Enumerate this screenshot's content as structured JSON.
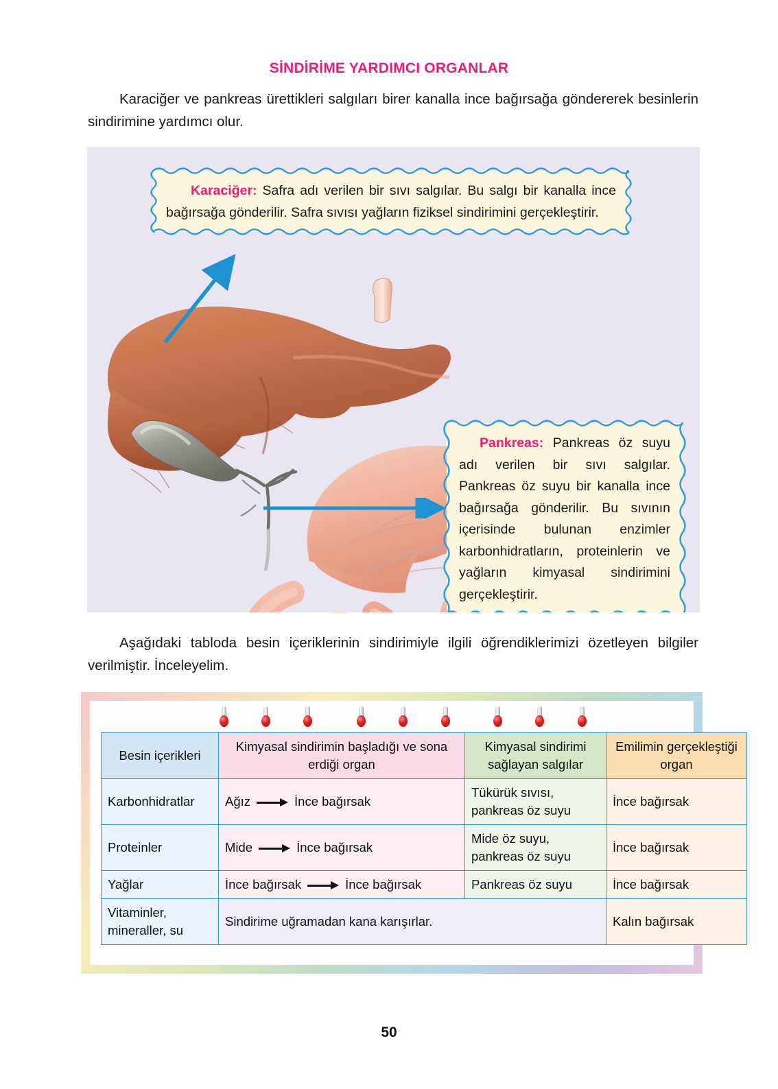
{
  "page": {
    "title": "SİNDİRİME YARDIMCI ORGANLAR",
    "title_color": "#ec1d78",
    "number": "50",
    "intro_paragraph": "Karaciğer ve pankreas ürettikleri salgıları birer kanalla ince bağırsağa göndererek besinlerin sindirimine yardımcı olur.",
    "table_intro_paragraph": "Aşağıdaki tabloda besin içeriklerinin sindirimiyle ilgili öğrendiklerimizi özetleyen bilgiler verilmiştir. İnceleyelim."
  },
  "figure": {
    "background_color": "#e9e6f1",
    "callouts": [
      {
        "id": "liver",
        "lead": "Karaciğer:",
        "text": " Safra adı verilen bir sıvı salgılar. Bu salgı bir kanalla ince bağırsağa gönderilir. Safra sıvısı yağların fiziksel sindirimini gerçekleştirir.",
        "lead_color": "#ec1d78",
        "fill_color": "#fbf6dc",
        "border_color": "#2e9bd8"
      },
      {
        "id": "pancreas",
        "lead": "Pankreas:",
        "text": " Pankreas öz suyu adı verilen bir sıvı salgılar. Pankreas öz suyu bir kanalla ince bağırsağa gönderilir. Bu sıvının içerisinde bulunan enzimler karbonhidratların, proteinlerin ve yağların kimyasal sindirimini gerçekleştirir.",
        "lead_color": "#ec1d78",
        "fill_color": "#fbf6dc",
        "border_color": "#2e9bd8"
      }
    ],
    "arrow_color": "#1f93d2",
    "organ_colors": {
      "liver": "#c4garbage",
      "liver_main": "#c97a55",
      "liver_dark": "#b0613f",
      "gallbladder": "#8d8d83",
      "stomach": "#f0b3a0",
      "pancreas": "#ddb48c",
      "duodenum": "#eda893"
    }
  },
  "table": {
    "frame_gradient": [
      "#f3c9cc",
      "#f7d9c2",
      "#f6eeba",
      "#dbe8b6",
      "#bcdcc8",
      "#b4d8ea",
      "#c2bede",
      "#e6c8dd"
    ],
    "border_color": "#2e9bd8",
    "pin_count": 9,
    "pin_head_color": "#e02020",
    "headers": [
      "Besin içerikleri",
      "Kimyasal sindirimin başladığı ve sona erdiği organ",
      "Kimyasal sindirimi sağlayan salgılar",
      "Emilimin gerçekleştiği organ"
    ],
    "header_colors": [
      "#d2e6f7",
      "#f9dbe8",
      "#d5e6c7",
      "#fbddb2"
    ],
    "rows": [
      {
        "nutrient": "Karbonhidratlar",
        "organ_from": "Ağız",
        "organ_to": "İnce bağırsak",
        "secretions": "Tükürük sıvısı, pankreas öz suyu",
        "absorption": "İnce bağırsak",
        "merged": false
      },
      {
        "nutrient": "Proteinler",
        "organ_from": "Mide",
        "organ_to": "İnce bağırsak",
        "secretions": "Mide öz suyu, pankreas öz suyu",
        "absorption": "İnce bağırsak",
        "merged": false
      },
      {
        "nutrient": "Yağlar",
        "organ_from": "İnce bağırsak",
        "organ_to": "İnce bağırsak",
        "secretions": "Pankreas öz suyu",
        "absorption": "İnce bağırsak",
        "merged": false
      },
      {
        "nutrient": "Vitaminler, mineraller, su",
        "merged_text": "Sindirime uğramadan kana karışırlar.",
        "absorption": "Kalın bağırsak",
        "merged": true
      }
    ]
  }
}
